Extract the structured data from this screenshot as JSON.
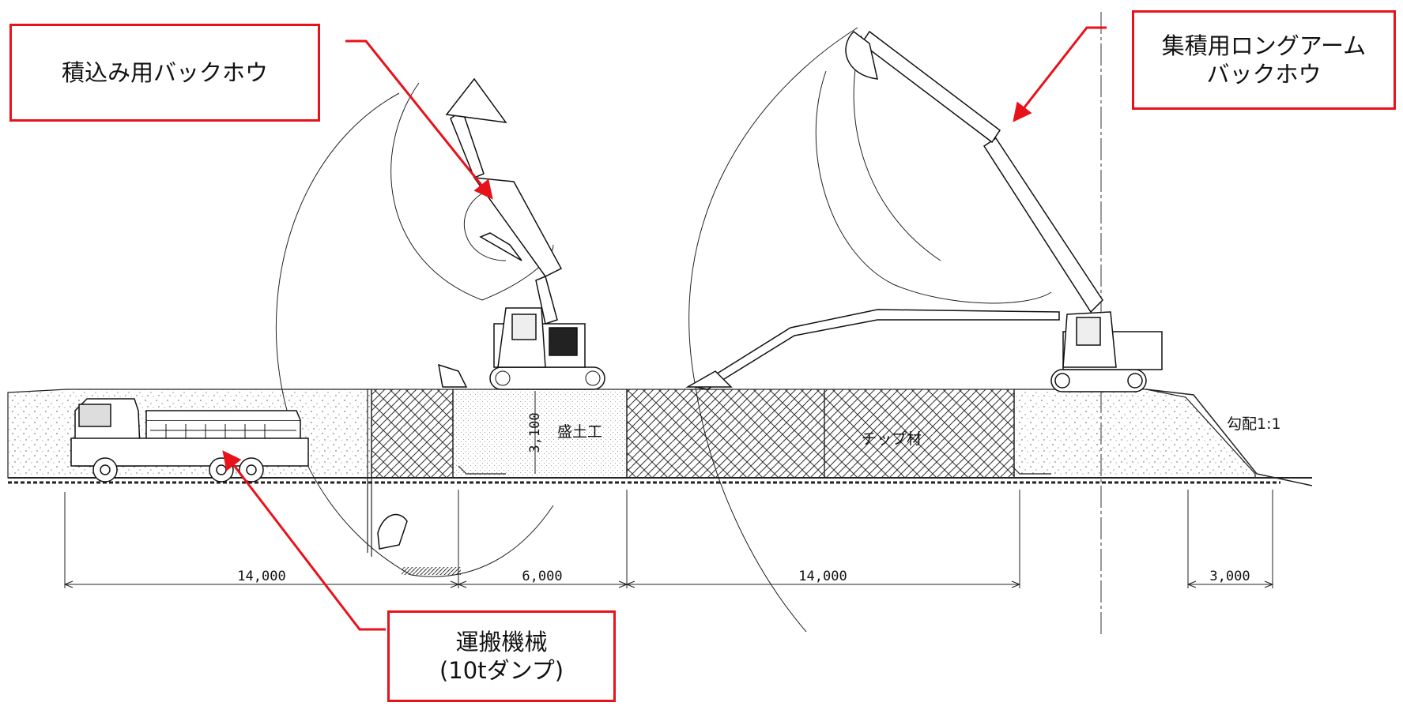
{
  "callouts": {
    "loading_backhoe": "積込み用バックホウ",
    "long_arm_line1": "集積用ロングアーム",
    "long_arm_line2": "バックホウ",
    "transport_line1": "運搬機械",
    "transport_line2": "(10tダンプ)"
  },
  "labels": {
    "embankment": "盛土工",
    "chip": "チップ材",
    "slope": "勾配1:1",
    "height": "3,100"
  },
  "dimensions": [
    "14,000",
    "6,000",
    "14,000",
    "3,000"
  ],
  "colors": {
    "callout_red": "#e8121b",
    "line": "#222222"
  }
}
